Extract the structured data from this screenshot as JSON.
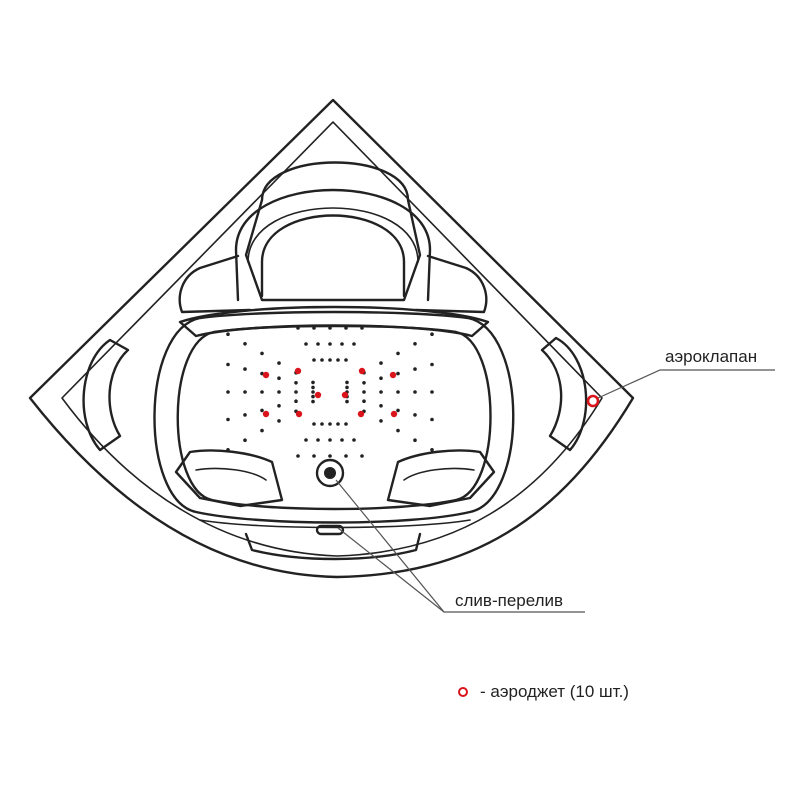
{
  "labels": {
    "air_valve": "аэроклапан",
    "drain_overflow": "слив-перелив",
    "legend_text": "- аэроджет (10 шт.)"
  },
  "colors": {
    "outline": "#222222",
    "jet": "#d9141b",
    "leader": "#555555"
  }
}
